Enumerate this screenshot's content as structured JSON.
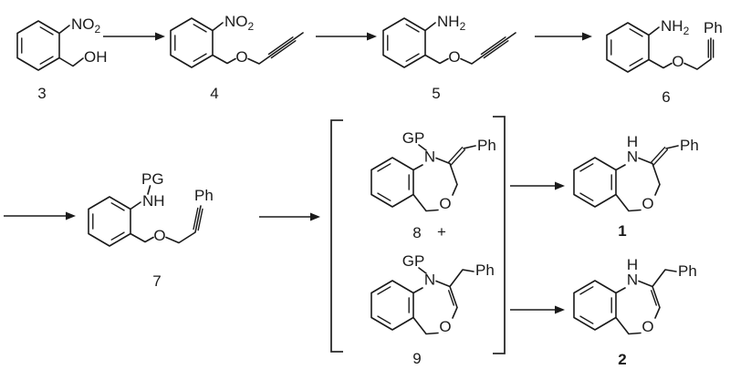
{
  "scheme": {
    "colors": {
      "line": "#1a1a1a",
      "text": "#1a1a1a",
      "background": "#ffffff"
    },
    "plus": "+",
    "compound3": {
      "number": "3",
      "no2_main": "NO",
      "no2_sub": "2",
      "oh": "OH"
    },
    "compound4": {
      "number": "4",
      "no2_main": "NO",
      "no2_sub": "2",
      "o": "O"
    },
    "compound5": {
      "number": "5",
      "nh2_main": "NH",
      "nh2_sub": "2",
      "o": "O"
    },
    "compound6": {
      "number": "6",
      "nh2_main": "NH",
      "nh2_sub": "2",
      "o": "O",
      "ph": "Ph"
    },
    "compound7": {
      "number": "7",
      "pg": "PG",
      "nh": "NH",
      "o": "O",
      "ph": "Ph"
    },
    "compound8": {
      "number": "8",
      "gp": "GP",
      "n": "N",
      "o": "O",
      "ph": "Ph"
    },
    "compound9": {
      "number": "9",
      "gp": "GP",
      "n": "N",
      "o": "O",
      "ph": "Ph"
    },
    "compound1": {
      "number": "1",
      "h": "H",
      "n": "N",
      "o": "O",
      "ph": "Ph"
    },
    "compound2": {
      "number": "2",
      "h": "H",
      "n": "N",
      "o": "O",
      "ph": "Ph"
    }
  }
}
